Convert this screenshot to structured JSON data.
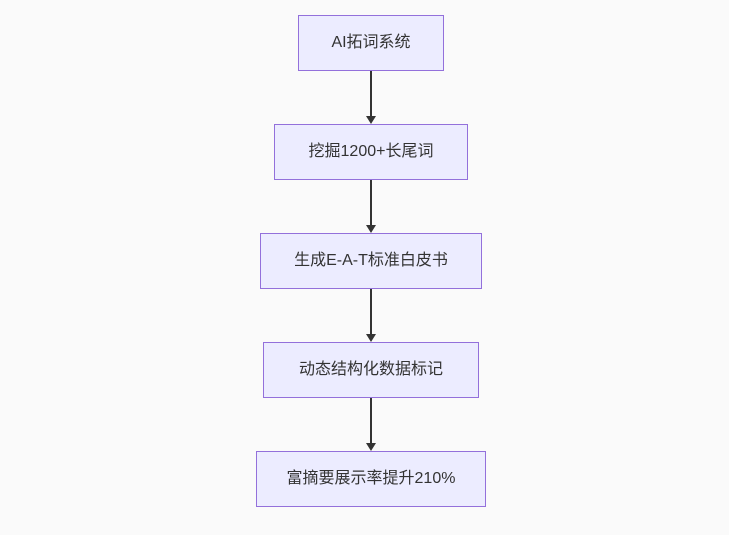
{
  "diagram": {
    "type": "flowchart",
    "direction": "top-down",
    "nodes": [
      {
        "id": "n1",
        "label": "AI拓词系统"
      },
      {
        "id": "n2",
        "label": "挖掘1200+长尾词"
      },
      {
        "id": "n3",
        "label": "生成E-A-T标准白皮书"
      },
      {
        "id": "n4",
        "label": "动态结构化数据标记"
      },
      {
        "id": "n5",
        "label": "富摘要展示率提升210%"
      }
    ],
    "edges": [
      {
        "from": "n1",
        "to": "n2"
      },
      {
        "from": "n2",
        "to": "n3"
      },
      {
        "from": "n3",
        "to": "n4"
      },
      {
        "from": "n4",
        "to": "n5"
      }
    ],
    "colors": {
      "node_fill": "#ECECFF",
      "node_border": "#9370DB",
      "text": "#333333",
      "arrow": "#333333",
      "background": "#fafafa"
    }
  }
}
